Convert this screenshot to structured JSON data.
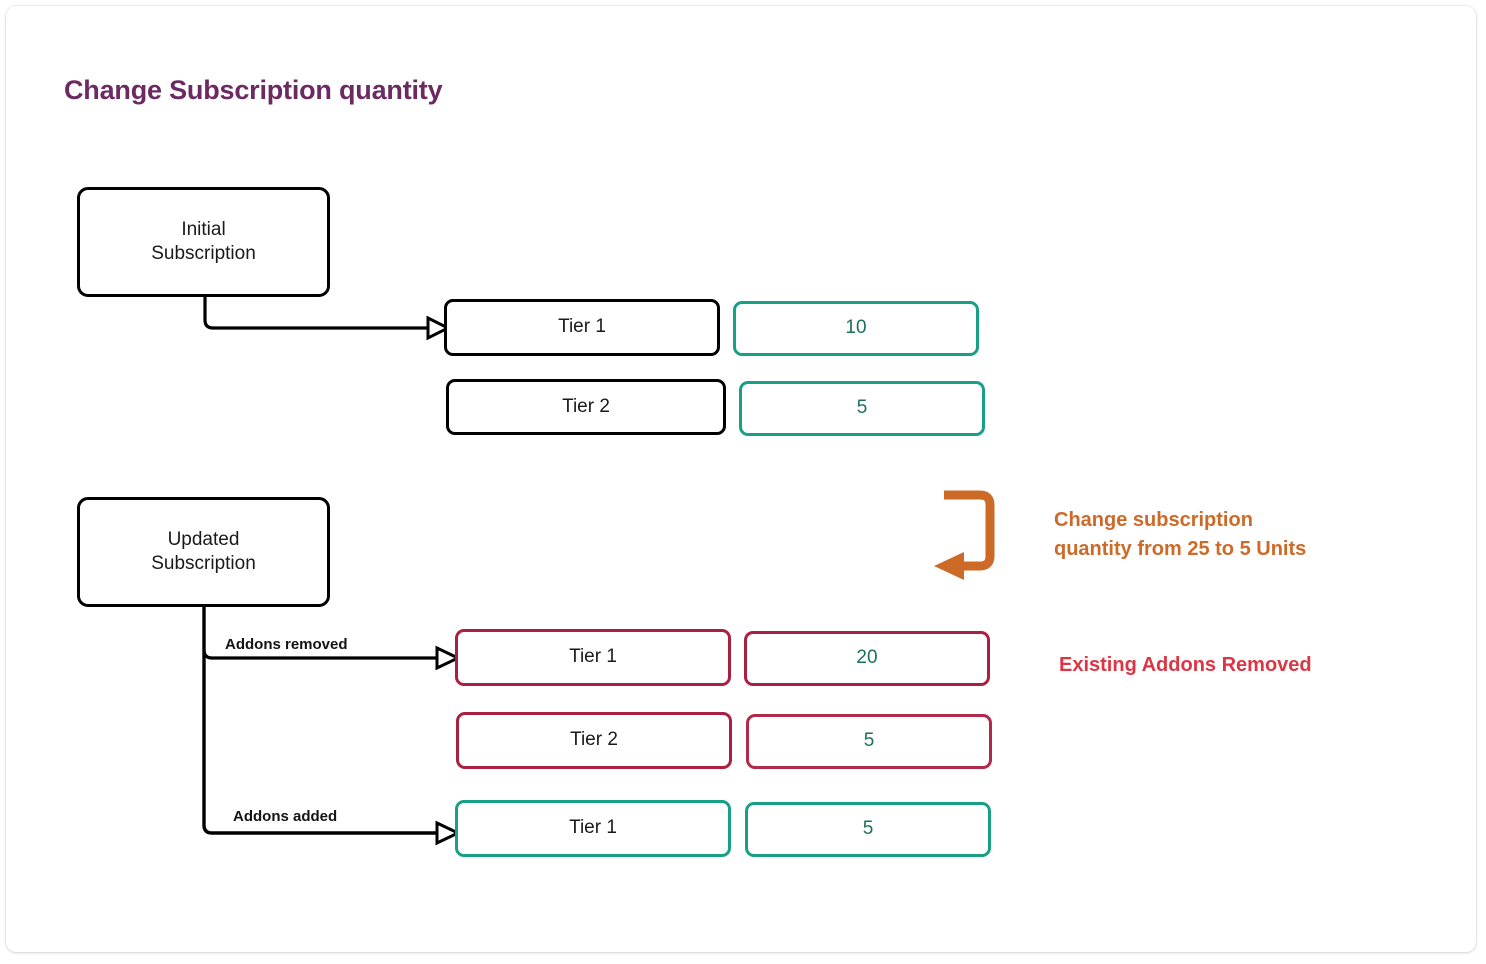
{
  "page": {
    "title": "Change Subscription quantity",
    "title_color": "#6c2a63",
    "background": "#ffffff"
  },
  "colors": {
    "black": "#000000",
    "teal": "#17a085",
    "teal_text": "#1d6f5e",
    "crimson": "#ab1f40",
    "orange": "#cd6a28",
    "red_note": "#dc3545",
    "purple": "#6c2a63"
  },
  "diagram": {
    "type": "flow",
    "groups": [
      {
        "id": "initial",
        "node_label": "Initial\nSubscription",
        "node_line1": "Initial",
        "node_line2": "Subscription",
        "border": "#000000",
        "rows": [
          {
            "tier": "Tier 1",
            "quantity": "10",
            "tier_border": "#000000",
            "qty_border": "#17a085"
          },
          {
            "tier": "Tier 2",
            "quantity": "5",
            "tier_border": "#000000",
            "qty_border": "#17a085"
          }
        ],
        "edges": [
          {
            "label": ""
          }
        ]
      },
      {
        "id": "updated",
        "node_label": "Updated\nSubscription",
        "node_line1": "Updated",
        "node_line2": "Subscription",
        "border": "#000000",
        "rows": [
          {
            "tier": "Tier 1",
            "quantity": "20",
            "tier_border": "#ab1f40",
            "qty_border": "#ab1f40"
          },
          {
            "tier": "Tier 2",
            "quantity": "5",
            "tier_border": "#ab1f40",
            "qty_border": "#b02a4a"
          },
          {
            "tier": "Tier 1",
            "quantity": "5",
            "tier_border": "#17a085",
            "qty_border": "#17a085"
          }
        ],
        "edges": [
          {
            "label": "Addons removed"
          },
          {
            "label": "Addons added"
          }
        ]
      }
    ],
    "annotations": [
      {
        "id": "change-quantity",
        "line1": "Change subscription",
        "line2": "quantity from 25 to 5 Units",
        "color": "#cd6a28",
        "has_arrow": true
      },
      {
        "id": "addons-removed",
        "line1": "Existing Addons Removed",
        "color": "#dc3545",
        "has_arrow": false
      }
    ]
  }
}
